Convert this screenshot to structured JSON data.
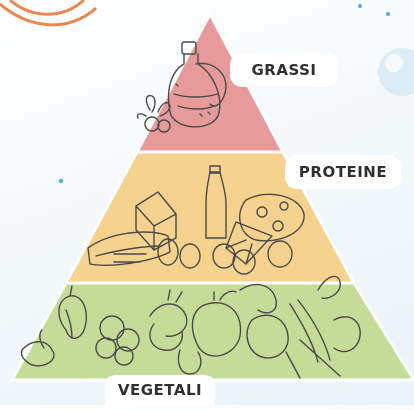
{
  "pyramid": {
    "tiers": [
      {
        "label": "GRASSI",
        "color": "#e79a9a",
        "icon": "oil-jar-icon"
      },
      {
        "label": "PROTEINE",
        "color": "#f5d38f",
        "icon": "cheese-meat-eggs-icon"
      },
      {
        "label": "VEGETALI",
        "color": "#c5dc98",
        "icon": "vegetables-icon"
      }
    ]
  },
  "colors": {
    "outline": "#ffffff",
    "sketch": "#4a4a4a",
    "decoration": "#e9874f",
    "dot": "#5aa9e6"
  }
}
